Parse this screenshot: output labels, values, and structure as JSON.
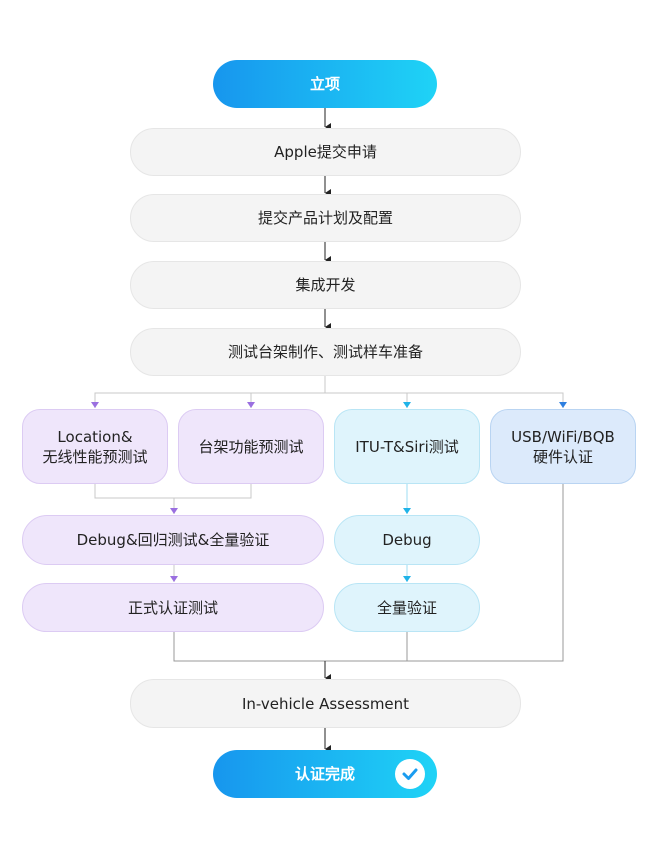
{
  "nodes": {
    "start": "立项",
    "apple": "Apple提交申请",
    "plan": "提交产品计划及配置",
    "dev": "集成开发",
    "prep": "测试台架制作、测试样车准备",
    "loc1": "Location&",
    "loc2": "无线性能预测试",
    "bench": "台架功能预测试",
    "itu": "ITU-T&Siri测试",
    "usb1": "USB/WiFi/BQB",
    "usb2": "硬件认证",
    "debug_regress": "Debug&回归测试&全量验证",
    "formal": "正式认证测试",
    "debug": "Debug",
    "full": "全量验证",
    "invehicle": "In-vehicle Assessment",
    "done": "认证完成"
  },
  "colors": {
    "purple": "#9a6fe0",
    "cyan": "#1fb3e8",
    "blue": "#2d7fe0",
    "line": "#c8c8c8"
  }
}
